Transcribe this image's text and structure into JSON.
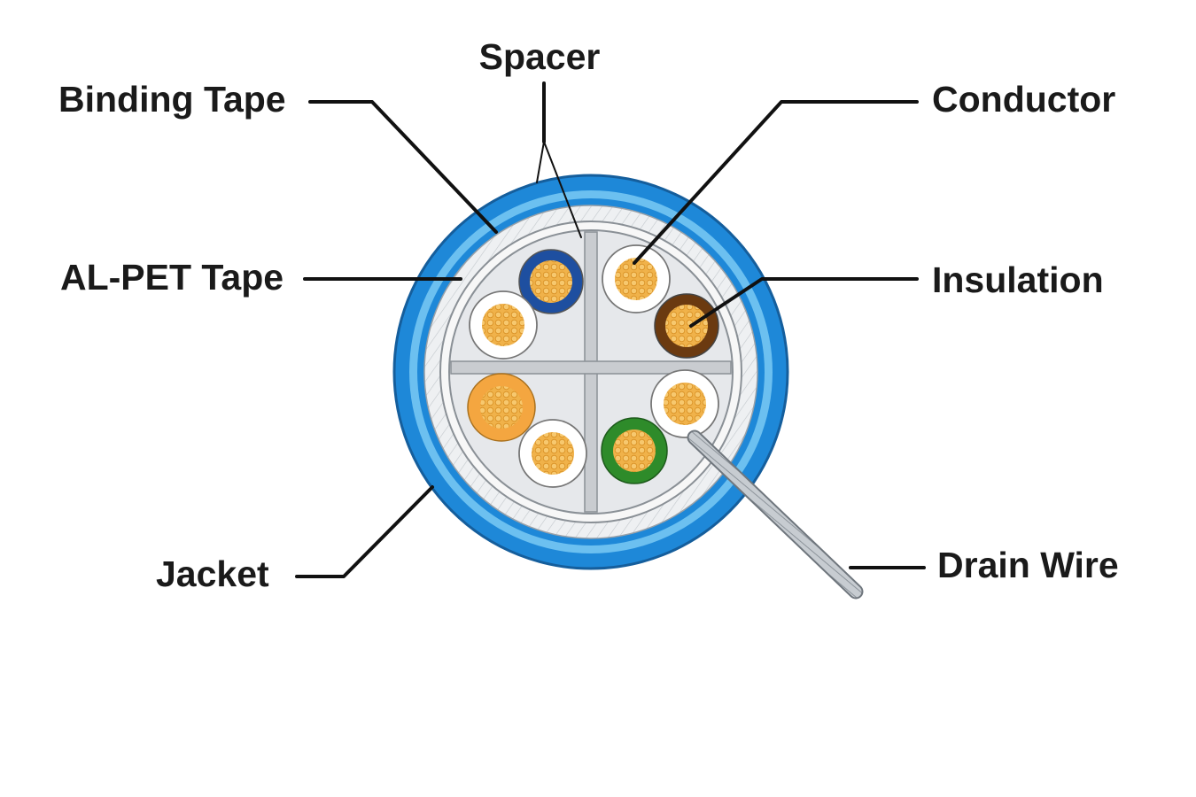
{
  "labels": {
    "spacer": "Spacer",
    "binding_tape": "Binding Tape",
    "al_pet_tape": "AL-PET Tape",
    "jacket": "Jacket",
    "conductor": "Conductor",
    "insulation": "Insulation",
    "drain_wire": "Drain Wire"
  },
  "colors": {
    "jacket_outer": "#1e88d8",
    "jacket_inner": "#6cc0f0",
    "binding_tape": "#eef0f2",
    "al_pet_tape": "#f7f7f7",
    "spacer": "#c9ccd0",
    "conductor": "#f0b24a",
    "pair_blue": "#1e4fa0",
    "pair_brown": "#6b3a10",
    "pair_orange": "#f4a640",
    "pair_green": "#2e8b2a",
    "pair_white": "#ffffff",
    "drain_wire": "#b9bec4",
    "leader_line": "#111111"
  },
  "conductors": [
    {
      "pair": "blue",
      "insulation": "pair_blue"
    },
    {
      "pair": "blue",
      "insulation": "pair_white"
    },
    {
      "pair": "brown",
      "insulation": "pair_white"
    },
    {
      "pair": "brown",
      "insulation": "pair_brown"
    },
    {
      "pair": "orange",
      "insulation": "pair_orange"
    },
    {
      "pair": "orange",
      "insulation": "pair_white"
    },
    {
      "pair": "green",
      "insulation": "pair_green"
    },
    {
      "pair": "green",
      "insulation": "pair_white"
    }
  ]
}
